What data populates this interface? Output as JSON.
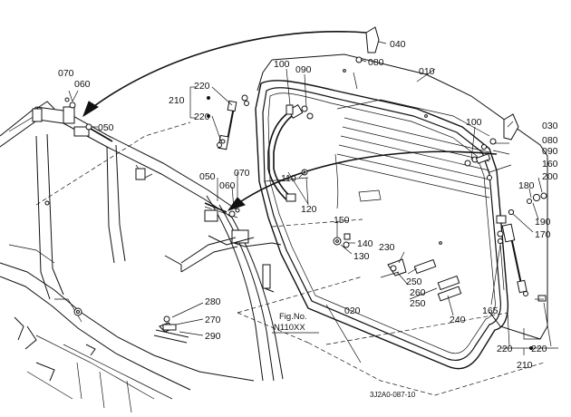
{
  "figure": {
    "ref_label": "Fig.No.",
    "ref_code": "N110XX",
    "catalog_code": "3J2A0-087-10"
  },
  "callouts": [
    {
      "id": "c010",
      "text": "010"
    },
    {
      "id": "c020",
      "text": "020"
    },
    {
      "id": "c030",
      "text": "030"
    },
    {
      "id": "c040",
      "text": "040"
    },
    {
      "id": "c050a",
      "text": "050"
    },
    {
      "id": "c050b",
      "text": "050"
    },
    {
      "id": "c060a",
      "text": "060"
    },
    {
      "id": "c060b",
      "text": "060"
    },
    {
      "id": "c070a",
      "text": "070"
    },
    {
      "id": "c070b",
      "text": "070"
    },
    {
      "id": "c080a",
      "text": "080"
    },
    {
      "id": "c080b",
      "text": "080"
    },
    {
      "id": "c090a",
      "text": "090"
    },
    {
      "id": "c090b",
      "text": "090"
    },
    {
      "id": "c100a",
      "text": "100"
    },
    {
      "id": "c100b",
      "text": "100"
    },
    {
      "id": "c110",
      "text": "110"
    },
    {
      "id": "c120",
      "text": "120"
    },
    {
      "id": "c130",
      "text": "130"
    },
    {
      "id": "c140",
      "text": "140"
    },
    {
      "id": "c150",
      "text": "150"
    },
    {
      "id": "c160",
      "text": "160"
    },
    {
      "id": "c165",
      "text": "165"
    },
    {
      "id": "c170",
      "text": "170"
    },
    {
      "id": "c180",
      "text": "180"
    },
    {
      "id": "c190",
      "text": "190"
    },
    {
      "id": "c200",
      "text": "200"
    },
    {
      "id": "c210a",
      "text": "210"
    },
    {
      "id": "c210b",
      "text": "210"
    },
    {
      "id": "c220a",
      "text": "220"
    },
    {
      "id": "c220b",
      "text": "220"
    },
    {
      "id": "c220c",
      "text": "220"
    },
    {
      "id": "c220d",
      "text": "220"
    },
    {
      "id": "c230",
      "text": "230"
    },
    {
      "id": "c240",
      "text": "240"
    },
    {
      "id": "c250a",
      "text": "250"
    },
    {
      "id": "c250b",
      "text": "250"
    },
    {
      "id": "c260",
      "text": "260"
    },
    {
      "id": "c270",
      "text": "270"
    },
    {
      "id": "c280",
      "text": "280"
    },
    {
      "id": "c290",
      "text": "290"
    }
  ]
}
